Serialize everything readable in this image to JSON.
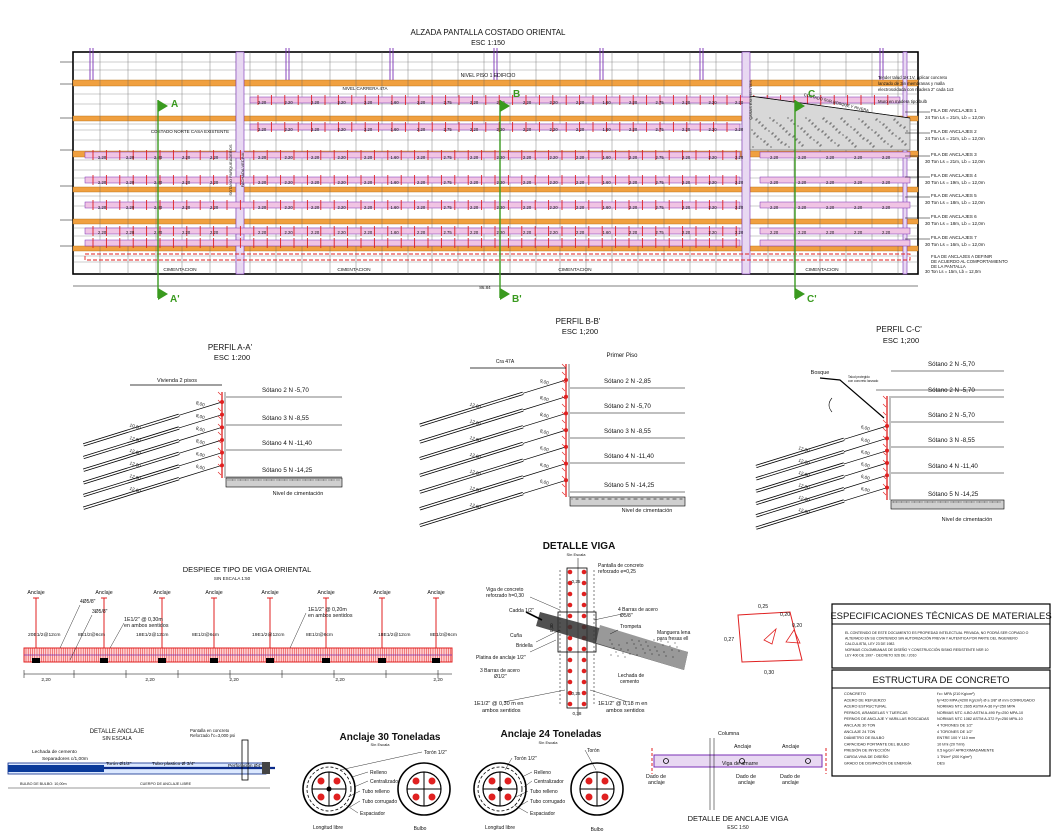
{
  "elevation": {
    "title": "ALZADA PANTALLA COSTADO ORIENTAL",
    "scale": "ESC 1:150",
    "top_label": "NIVEL PISO 1 EDIFICIO",
    "carrera_label": "NIVEL CARRERA 47A",
    "north_label": "COSTADO NORTE CASA EXISTENTE",
    "slope_label": "COSTADO SUR BOSQUE Y RIVERA",
    "side_label_1": "SOTANO PARQUEADEROS",
    "side_label_2": "FACHADA VECINA",
    "side_label_3": "CASAS EXISTENTES",
    "top_note": [
      "Tender talud 1H:1V, aplicar concreto",
      "lanzado de 3in membranas y malla",
      "electrosoldada con madera 2\" cada 1x3",
      "",
      "Muro en madera tipo bulb"
    ],
    "ground_labels": [
      "CIMENTACION",
      "CIMENTACION",
      "CIMENTACION",
      "CIMENTACION"
    ],
    "total_width": "86.84",
    "span_values": [
      "2.20",
      "2.20",
      "2.20",
      "2.20",
      "2.20",
      "1.60",
      "2.20",
      "2.75"
    ],
    "sections": [
      "A",
      "B",
      "C"
    ],
    "sections_prime": [
      "A'",
      "B'",
      "C'"
    ],
    "anchor_rows": [
      {
        "title": "FILA DE ANCLAJES 1",
        "spec": "24 Ton  Ls = 21m, Lb = 12,0m"
      },
      {
        "title": "FILA DE ANCLAJES 2",
        "spec": "24 Ton  Ls = 21m, Lb = 12,0m"
      },
      {
        "title": "FILA DE ANCLAJES 3",
        "spec": "30 Ton  Ls = 21m, Lb = 12,0m"
      },
      {
        "title": "FILA DE ANCLAJES 4",
        "spec": "30 Ton  Ls = 19m, Lb = 12,0m"
      },
      {
        "title": "FILA DE ANCLAJES 5",
        "spec": "30 Ton  Ls = 18m, Lb = 12,0m"
      },
      {
        "title": "FILA DE ANCLAJES 6",
        "spec": "30 Ton  Ls = 18m, Lb = 12,0m"
      },
      {
        "title": "FILA DE ANCLAJES 7",
        "spec": "30 Ton  Ls = 16m, Lb = 12,0m"
      }
    ],
    "final_row": [
      "FILA DE ANCLAJES A DEFINIR",
      "DE ACUERDO AL COMPORTAMIENTO",
      "DE LA PANTALLA",
      "30 Ton  Ls = 15m, Lb = 12,0m"
    ]
  },
  "profile_a": {
    "title": "PERFIL A-A'",
    "scale": "ESC 1:200",
    "top_label": "Vivienda 2 pisos",
    "levels": [
      "Sótano 2  N -5,70",
      "Sótano 3  N -8,55",
      "Sótano 4  N -11,40",
      "Sótano 5  N -14,25"
    ],
    "ground": "Nivel de cimentación",
    "bulbs": [
      "10,00",
      "12,00",
      "12,00",
      "12,00",
      "12,00",
      "12,00"
    ],
    "free": [
      "8,00",
      "8,00",
      "8,00",
      "8,00",
      "6,00",
      "6,00"
    ]
  },
  "profile_b": {
    "title": "PERFIL B-B'",
    "scale": "ESC 1;200",
    "top_label": "Primer Piso",
    "street": "Cra 47A",
    "levels": [
      "Sótano 2  N -2,85",
      "Sótano 2  N -5,70",
      "Sótano 3  N -8,55",
      "Sótano 4  N -11,40",
      "Sótano 5  N -14,25"
    ],
    "ground": "Nivel de cimentación",
    "bulbs": [
      "12,00",
      "12,00",
      "12,00",
      "12,00",
      "12,00",
      "12,00",
      "12,00"
    ],
    "free": [
      "9,00",
      "8,00",
      "8,00",
      "8,00",
      "6,00",
      "6,00",
      "6,00"
    ]
  },
  "profile_c": {
    "title": "PERFIL C-C'",
    "scale": "ESC 1;200",
    "top_label": "Bosque",
    "note": "Talud protegido\ncon concreto lanzado",
    "levels": [
      "Sótano 2  N -5,70",
      "Sótano 2  N -5,70",
      "Sótano 2  N -5,70",
      "Sótano 3  N -8,55",
      "Sótano 4  N -11,40",
      "Sótano 5  N -14,25"
    ],
    "ground": "Nivel de cimentación",
    "bulbs": [
      "12,00",
      "12,00",
      "12,00",
      "12,00",
      "12,00",
      "12,00"
    ],
    "free": [
      "6,00",
      "6,00",
      "6,00",
      "6,00",
      "6,00",
      "6,00"
    ]
  },
  "beam_layout": {
    "title": "DESPIECE TIPO DE VIGA ORIENTAL",
    "subtitle": "SIN ESCALA 1:50",
    "anchor_label": "Anclaje",
    "bars": [
      "4Ø5/8\"",
      "3Ø5/8\"",
      "1E1/2\" @ 0,30m",
      "en ambos sentidos",
      "1E1/2\" @ 0,20m",
      "en ambos sentidos"
    ],
    "stirrups": [
      "20E1/2@12cm",
      "8E1/2@6cm",
      "18E1/2@12cm",
      "8E1/2@6cm",
      "19E1/2@12cm",
      "8E1/2@6cm",
      "18E1/2@12cm",
      "8E1/2@6cm",
      "10E1/2@12cm"
    ],
    "dims": [
      "2,20",
      "2,20",
      "2,20",
      "2,20",
      "2,20",
      "2,20",
      "2,20",
      "2,20"
    ]
  },
  "beam_detail": {
    "title": "DETALLE VIGA",
    "subtitle": "Sin Escala",
    "labels": [
      "Viga de concreto",
      "reforzado h=0,30",
      "Pantalla de concreto",
      "reforzado e=0,25",
      "Cadda 1/2\"",
      "Cuña",
      "Bridella",
      "Platina de anclaje 1/2\"",
      "3 Barras de acero",
      "Ø1/2\"",
      "4 Barras de acero",
      "Ø5/8\"",
      "Trompeta",
      "Manguera lena",
      "para fresas ell",
      "Lechada de",
      "cemento",
      "Torón",
      "Centralizador"
    ],
    "bottom_left": [
      "1E1/2\" @ 0,30 m en",
      "ambos sentidos"
    ],
    "bottom_right": [
      "1E1/2\" @ 0,18 m en",
      "ambos sentidos"
    ],
    "dims": [
      "0,25",
      "0,25",
      "0,38",
      "0,25",
      "0,30"
    ]
  },
  "trapezoid": {
    "dims": [
      "0,25",
      "0,20",
      "0,27",
      "0,20",
      "0,30"
    ]
  },
  "specs": {
    "title": "ESPECIFICACIONES TÉCNICAS DE MATERIALES",
    "intro": [
      "EL CONTENIDO DE ESTE DOCUMENTO ES PROPIEDAD INTELECTUAL PRIVADA, NO PODRÁ SER COPIADO O",
      "ALTERADO EN SU CONTENIDO SIN AUTORIZACIÓN PREVIA Y AUTENTICA POR PARTE DEL INGENIERO",
      "CALCULISTA, LEY 23 DE 1982.",
      "NORMAS COLOMBIANAS DE DISEÑO Y CONSTRUCCIÓN SISMO RESISTENTE NSR 10",
      "LEY 400 DE 1997 - DECRETO 926 DE / 2010"
    ],
    "concrete_title": "ESTRUCTURA DE CONCRETO",
    "rows": [
      [
        "CONCRETO",
        "f'c= MPA (210 Kg/cm²)"
      ],
      [
        "ACERO DE REFUERZO",
        "fy=420 MPA (4200 Kg/cm²) Ø ≥ 3/8\" Ø mm CORRUGADO"
      ],
      [
        "ACERO ESTRUCTURAL",
        "NORMAS NTC 2605 ASTM A-36 Fy=250 MPA"
      ],
      [
        "PERNOS, ARANDELAS Y TUERCAS",
        "NORMAS NTC 4-BO ASTM A-490 Fy=250 MPA-10"
      ],
      [
        "PERNOS DE ANCLAJE Y VARILLAS ROSCADAS",
        "NORMAS NTC 1082 ASTM A-372 Fy=250 MPA-10"
      ],
      [
        "ANCLAJE 30 TON",
        "4 TORONES DE 1/2\""
      ],
      [
        "ANCLAJE 24 TON",
        "4 TORONES DE 1/2\""
      ],
      [
        "DIÁMETRO DE BULBO",
        "ENTRE 100 Y 110 mm"
      ],
      [
        "CAPACIDAD PORTANTE DEL BULBO",
        "10 t/ml (20 T/ml)"
      ],
      [
        "PRESIÓN DE INYECCIÓN",
        "0.5 kg/cm² APROXIMADAMENTE"
      ],
      [
        "CARGA VIVA DE DISEÑO",
        "1 TN/m² (200 Kg/m²)"
      ],
      [
        "GRADO DE DISIPACIÓN DE ENERGÍA",
        "DES"
      ]
    ]
  },
  "anchor_detail": {
    "title": "DETALLE ANCLAJE",
    "subtitle": "SIN ESCALA",
    "labels": [
      "Pantalla en concreto",
      "Reforzado f'c=3,000 psi",
      "Lechada de cemento",
      "Separadores c/1,00m",
      "Torón Ø1/2\"",
      "Tubo plastico Ø 3/4\"",
      "Perforación Ø4\"",
      "BULBO DE BULBO: 10,00m",
      "CUERPO DE ANCLAJE LIBRE"
    ]
  },
  "anchor_30": {
    "title": "Anclaje 30 Toneladas",
    "subtitle": "Sin Escala",
    "labels": [
      "Torón 1/2\"",
      "Relleno",
      "Centralizador",
      "Tubo relleno",
      "Tubo corrugado",
      "Espaciador",
      "Longitud libre",
      "Bulbo"
    ]
  },
  "anchor_24": {
    "title": "Anclaje 24 Toneladas",
    "subtitle": "Sin Escala",
    "labels": [
      "Torón",
      "Torón 1/2\"",
      "Relleno",
      "Centralizador",
      "Tubo relleno",
      "Tubo corrugado",
      "Espaciador",
      "Longitud libre",
      "Bulbo"
    ]
  },
  "beam_anchor": {
    "title": "DETALLE DE ANCLAJE VIGA",
    "scale": "ESC 1:50",
    "labels": [
      "Columna",
      "Anclaje",
      "Anclaje",
      "Viga de amarre",
      "Dado de",
      "anclaje",
      "Dado de",
      "anclaje",
      "Dado de",
      "anclaje"
    ]
  },
  "colors": {
    "orange": "#f0a040",
    "purple": "#7a2fb5",
    "red": "#e02020",
    "green": "#3a9a1f",
    "blue": "#2a2aa0"
  }
}
